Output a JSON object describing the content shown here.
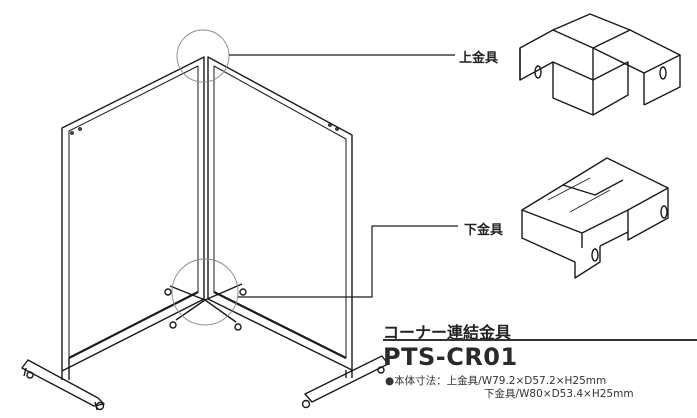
{
  "callouts": {
    "upper_fitting": "上金具",
    "lower_fitting": "下金具"
  },
  "product": {
    "name": "コーナー連結金具",
    "model": "PTS-CR01"
  },
  "specs": {
    "line1": "●本体寸法：上金具/W79.2×D57.2×H25mm",
    "line2": "下金具/W80×D53.4×H25mm"
  }
}
